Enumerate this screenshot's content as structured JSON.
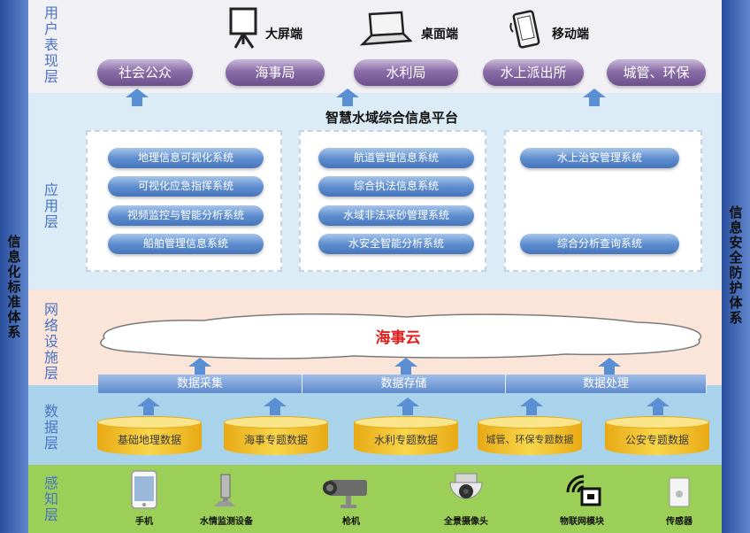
{
  "side_left": {
    "label_chars": [
      "信",
      "息",
      "化",
      "标",
      "准",
      "体",
      "系"
    ]
  },
  "side_right": {
    "label_chars": [
      "信",
      "息",
      "安",
      "全",
      "防",
      "护",
      "体",
      "系"
    ]
  },
  "layers": {
    "user": {
      "chars": [
        "用",
        "户",
        "表",
        "现",
        "层"
      ]
    },
    "app": {
      "chars": [
        "应",
        "用",
        "层"
      ]
    },
    "network": {
      "chars": [
        "网",
        "络",
        "设",
        "施",
        "层"
      ]
    },
    "data": {
      "chars": [
        "数",
        "据",
        "层"
      ]
    },
    "perception": {
      "chars": [
        "感",
        "知",
        "层"
      ]
    }
  },
  "endpoints": [
    {
      "label": "大屏端",
      "icon": "projector-screen-icon"
    },
    {
      "label": "桌面端",
      "icon": "laptop-icon"
    },
    {
      "label": "移动端",
      "icon": "mobile-device-icon"
    }
  ],
  "users": [
    "社会公众",
    "海事局",
    "水利局",
    "水上派出所",
    "城管、环保"
  ],
  "platform_title": "智慧水域综合信息平台",
  "systems": {
    "col1": [
      "地理信息可视化系统",
      "可视化应急指挥系统",
      "视频监控与智能分析系统",
      "船舶管理信息系统"
    ],
    "col2": [
      "航道管理信息系统",
      "综合执法信息系统",
      "水域非法采砂管理系统",
      "水安全智能分析系统"
    ],
    "col3": [
      "水上治安管理系统",
      "综合分析查询系统"
    ]
  },
  "cloud_label": "海事云",
  "data_bar": [
    "数据采集",
    "数据存储",
    "数据处理"
  ],
  "databases": [
    "基础地理数据",
    "海事专题数据",
    "水利专题数据",
    "城管、环保专题数据",
    "公安专题数据"
  ],
  "devices": [
    {
      "label": "手机",
      "icon": "smartphone-icon"
    },
    {
      "label": "水情监测设备",
      "icon": "water-monitor-icon"
    },
    {
      "label": "枪机",
      "icon": "bullet-camera-icon"
    },
    {
      "label": "全景摄像头",
      "icon": "dome-camera-icon"
    },
    {
      "label": "物联网模块",
      "icon": "iot-module-icon"
    },
    {
      "label": "传感器",
      "icon": "sensor-icon"
    }
  ],
  "colors": {
    "user_layer": "#f1f1f5",
    "app_layer": "#dcecf7",
    "network_layer": "#fbe5d8",
    "data_layer": "#a9d3ea",
    "perception_layer": "#9ccf57",
    "pill": "#7d5c9c",
    "system": "#4f80c4",
    "cylinder": "#f2c230",
    "side_bar": "#3a63b4"
  }
}
